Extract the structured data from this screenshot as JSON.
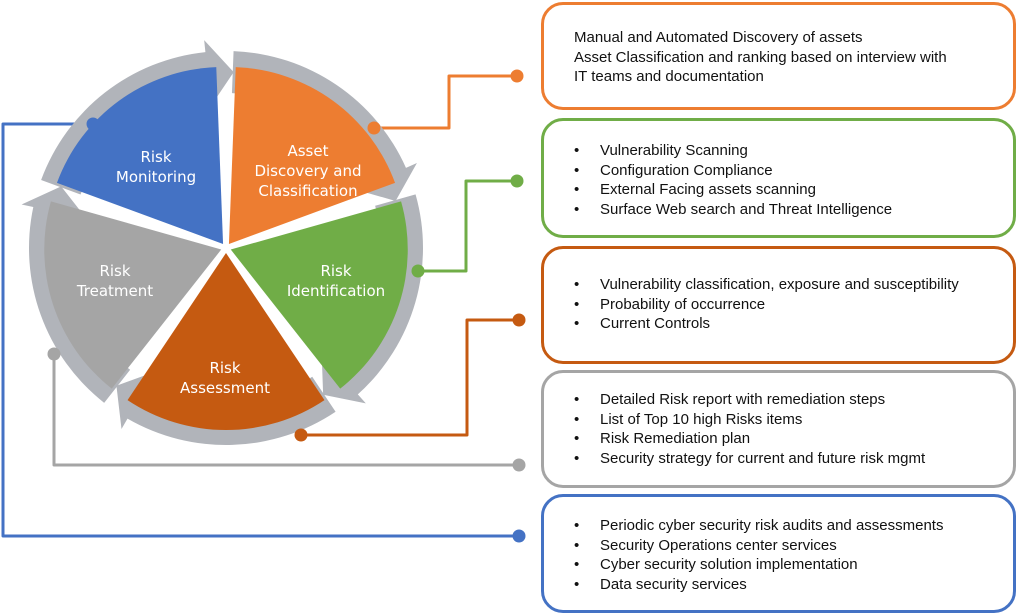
{
  "colors": {
    "asset": "#ED7D31",
    "identification": "#70AD47",
    "assessment": "#C55A11",
    "treatment": "#A5A5A5",
    "monitoring": "#4472C4",
    "ring": "#B1B4BA",
    "text": "#111111",
    "segment_text": "#FFFFFF"
  },
  "cycle": {
    "segments": [
      {
        "id": "asset",
        "label_lines": [
          "Asset",
          "Discovery and",
          "Classification"
        ]
      },
      {
        "id": "identification",
        "label_lines": [
          "Risk",
          "Identification"
        ]
      },
      {
        "id": "assessment",
        "label_lines": [
          "Risk",
          "Assessment"
        ]
      },
      {
        "id": "treatment",
        "label_lines": [
          "Risk",
          "Treatment"
        ]
      },
      {
        "id": "monitoring",
        "label_lines": [
          "Risk",
          "Monitoring"
        ]
      }
    ]
  },
  "boxes": [
    {
      "id": "asset",
      "type": "plain",
      "lines": [
        "Manual and Automated Discovery of assets",
        "Asset Classification and ranking based on interview with",
        "IT teams and documentation"
      ]
    },
    {
      "id": "identification",
      "type": "bullets",
      "items": [
        "Vulnerability Scanning",
        "Configuration Compliance",
        "External Facing assets scanning",
        "Surface Web search and Threat Intelligence"
      ]
    },
    {
      "id": "assessment",
      "type": "bullets",
      "items": [
        "Vulnerability classification, exposure and susceptibility",
        "Probability of occurrence",
        "Current Controls"
      ]
    },
    {
      "id": "treatment",
      "type": "bullets",
      "items": [
        "Detailed Risk report with remediation steps",
        "List of Top 10 high Risks items",
        "Risk Remediation plan",
        "Security strategy for current and future risk mgmt"
      ]
    },
    {
      "id": "monitoring",
      "type": "bullets",
      "items": [
        "Periodic cyber security risk audits and assessments",
        "Security Operations center  services",
        "Cyber security solution implementation",
        "Data security services"
      ]
    }
  ]
}
